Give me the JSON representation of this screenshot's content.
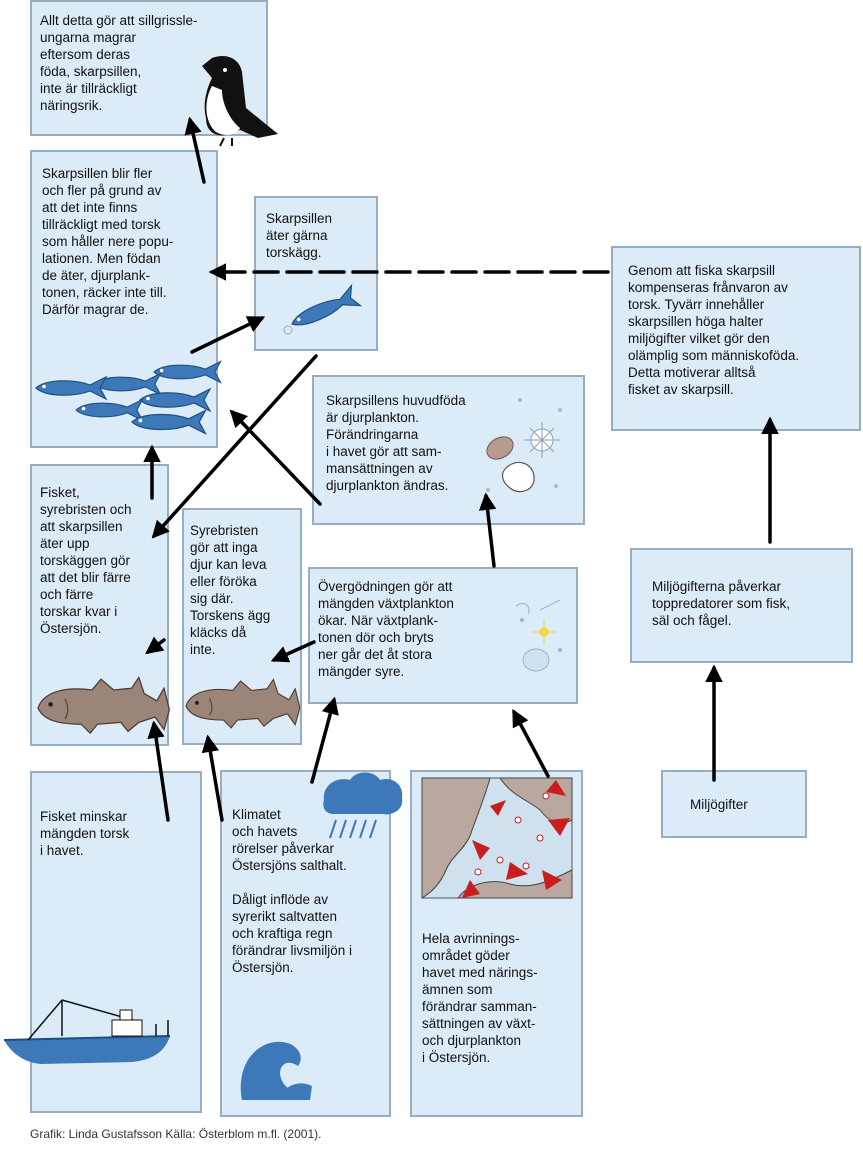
{
  "boxes": {
    "guillemot": "Allt detta gör att sillgrisslе-\nungarna magrar\neftersom deras\nföda, skarpsillen,\ninte är tillräckligt\nnäringsrik.",
    "sprat_growth": "Skarpsillen blir fler\noch fler på grund av\natt det inte finns\ntillräckligt med torsk\nsom håller nere popu-\nlationen. Men födan\nde äter, djurplank-\ntonen, räcker inte till.\nDärför magrar de.",
    "sprat_eats_eggs": "Skarpsillen\näter gärna\ntorskägg.",
    "fishing_sprat": "Genom att fiska skarpsill\nkompenseras frånvaron av\ntorsk. Tyvärr innehåller\nskarpsillen höga halter\nmiljögifter vilket gör den\nolämplig som människoföda.\nDetta motiverar alltså\nfisket av skarpsill.",
    "zooplankton": "Skarpsillens huvudföda\när djurplankton.\nFörändringarna\ni havet gör att sam-\nmansättningen av\ndjurplankton ändras.",
    "fewer_cod": "Fisket,\nsyrebristen och\natt skarpsillen\näter upp\ntorskäggen gör\natt det blir färre\noch färre\ntorskar kvar i\nÖstersjön.",
    "oxygen": "Syrebristen\ngör att inga\ndjur kan leva\neller föröka\nsig där.\nTorskens ägg\nkläcks då\ninte.",
    "eutrophication": "Övergödningen gör att\nmängden växtplankton\nökar. När växtplank-\ntonen dör och bryts\nner går det åt stora\nmängder syre.",
    "toxins_affect": "Miljögifterna påverkar\ntoppredatorer som fisk,\nsäl och fågel.",
    "fishing_cod": "Fisket minskar\nmängden torsk\ni havet.",
    "climate": "Klimatet\noch havets\nrörelser påverkar\nÖstersjöns salthalt.\n\nDåligt inflöde av\nsyrerikt saltvatten\noch kraftiga regn\nförändrar livsmiljön i\nÖstersjön.",
    "drainage": "Hela avrinnings-\nområdet göder\nhavet med närings-\nämnen som\nförändrar samman-\nsättningen av växt-\noch djurplankton\ni Östersjön.",
    "toxins": "Miljögifter"
  },
  "credit": "Grafik:  Linda Gustafsson Källa: Österblom m.fl. (2001).",
  "colors": {
    "box_fill": "#dcebf8",
    "box_border": "#98aec0",
    "fish_blue": "#3d79b8",
    "cod_brown": "#9b8478",
    "arrow": "#000000"
  },
  "icons": [
    "guillemot-icon",
    "sprat-icon",
    "sprat-school-icon",
    "plankton-icon",
    "cod-icon",
    "phytoplankton-icon",
    "rain-cloud-icon",
    "wave-icon",
    "baltic-map-icon",
    "fishing-boat-icon"
  ]
}
